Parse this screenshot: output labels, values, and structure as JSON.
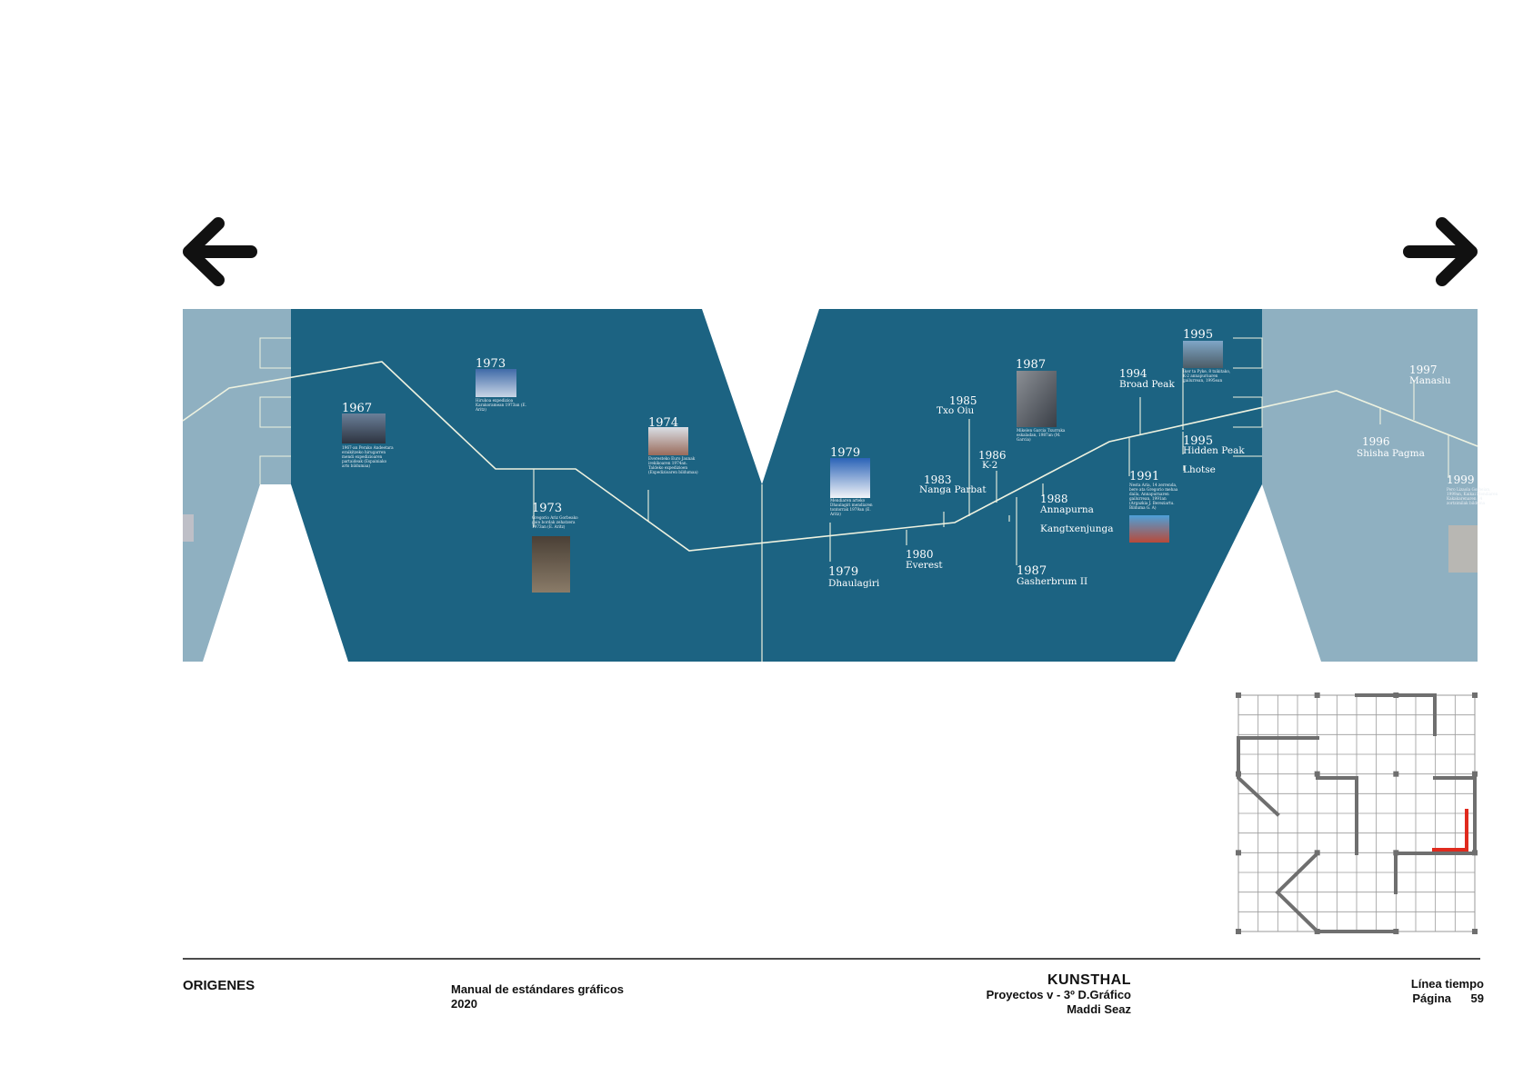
{
  "colors": {
    "panel_dark": "#1c6382",
    "panel_light": "#8fb0c1",
    "line": "#eef2e0",
    "accent_red": "#e02a1e",
    "grid_line": "#8a8a8a",
    "grid_path": "#6f6f6f"
  },
  "nav": {
    "prev_icon": "arrow-left-icon",
    "next_icon": "arrow-right-icon"
  },
  "timeline": {
    "events": [
      {
        "year": "1967",
        "caption": "1967-an Perako Andeetara eraikitzeko hirugarren mendi expedizioaren partaideak (Espainiako arts bildumaa)"
      },
      {
        "year": "1973",
        "caption": "Hirukoa expedizioa Karakoramean 1973an (E. Aritz)"
      },
      {
        "year": "1973",
        "caption": "Gregorio Ariz Gorbeako gain bordak zehatzera 1973an (E. Aritz)"
      },
      {
        "year": "1974",
        "caption": "Everesteko Euro Jaunak irekikoaren 1974an. Taldeko expedizioen (Expedizioaren bildumaa)"
      },
      {
        "year": "1979",
        "name": "Dhaulagiri",
        "caption": "Mendiaren arteko Dhaulagiri mendiaren tontorrak 1979an (E. Aritz)"
      },
      {
        "year": "1980",
        "name": "Everest"
      },
      {
        "year": "1983",
        "name": "Nanga Parbat"
      },
      {
        "year": "1985",
        "name": "Txo Oiu"
      },
      {
        "year": "1986",
        "name": "K-2"
      },
      {
        "year": "1987",
        "name": "Gasherbrum II",
        "caption": "Mikelen Garcia Txurruka eskaladan, 1987an (M. Garcia)"
      },
      {
        "year": "1988",
        "name": "Annapurna",
        "name2": "Kangtxenjunga"
      },
      {
        "year": "1991",
        "caption": "Nesta Aria, 14 zerrenda, bere ata Gregorio mehaa daila, Annapurnaren gailurrean, 1991an (Argazkia J. Bereziartu. Bilduma G. A)"
      },
      {
        "year": "1994",
        "name": "Broad Peak"
      },
      {
        "year": "1995",
        "caption": "Iker ta Pyke, 8 txikitako, K-2 annapurnaren gailurrean, 1995ean"
      },
      {
        "year": "1995",
        "name": "Hidden Peak",
        "name2": "Lhotse"
      },
      {
        "year": "1996",
        "name": "Shisha Pagma"
      },
      {
        "year": "1997",
        "name": "Manaslu"
      },
      {
        "year": "1999",
        "caption": "Pero Lizaola Gorbeian, 1999an, Kaikai Mendiaren Kakakarenaren 14 zortzimilak bilduma"
      }
    ]
  },
  "footer": {
    "section": "ORIGENES",
    "manual_title": "Manual de estándares gráficos",
    "manual_year": "2020",
    "brand": "KUNSTHAL",
    "project": "Proyectos v  - 3º D.Gráfico",
    "author": "Maddi Seaz",
    "page_topic": "Línea tiempo",
    "page_label": "Página",
    "page_number": "59"
  }
}
